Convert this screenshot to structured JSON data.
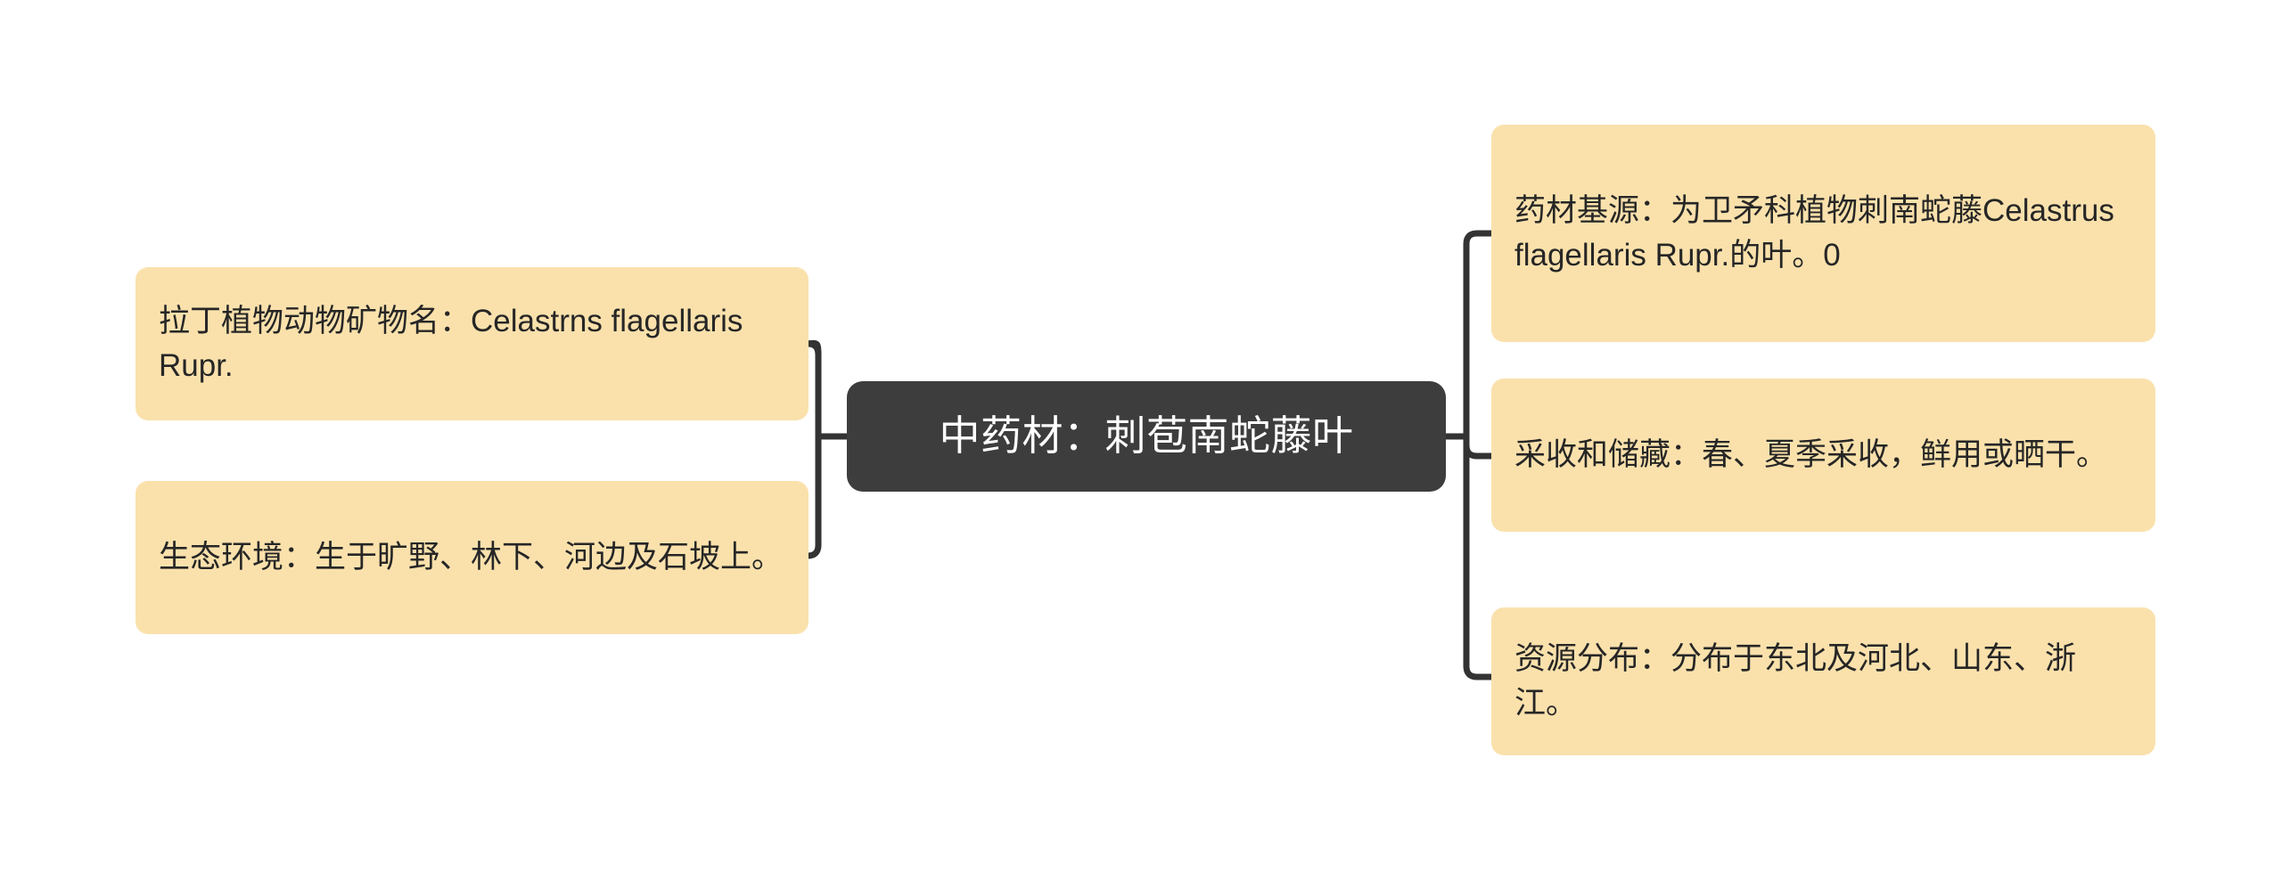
{
  "diagram": {
    "type": "mind-map",
    "background_color": "#ffffff",
    "root": {
      "label": "中药材：刺苞南蛇藤叶",
      "fill_color": "#3d3d3d",
      "text_color": "#ffffff"
    },
    "branch_style": {
      "fill_color": "#fae1ac",
      "text_color": "#262626",
      "connector_color": "#333333"
    },
    "left_branches": [
      {
        "id": "latin-name",
        "label": "拉丁植物动物矿物名：Celastrns flagellaris Rupr."
      },
      {
        "id": "ecology",
        "label": "生态环境：生于旷野、林下、河边及石坡上。"
      }
    ],
    "right_branches": [
      {
        "id": "source",
        "label": "药材基源：为卫矛科植物刺南蛇藤Celastrus flagellaris Rupr.的叶。0"
      },
      {
        "id": "harvest",
        "label": "采收和储藏：春、夏季采收，鲜用或晒干。"
      },
      {
        "id": "distribution",
        "label": "资源分布：分布于东北及河北、山东、浙江。"
      }
    ]
  }
}
